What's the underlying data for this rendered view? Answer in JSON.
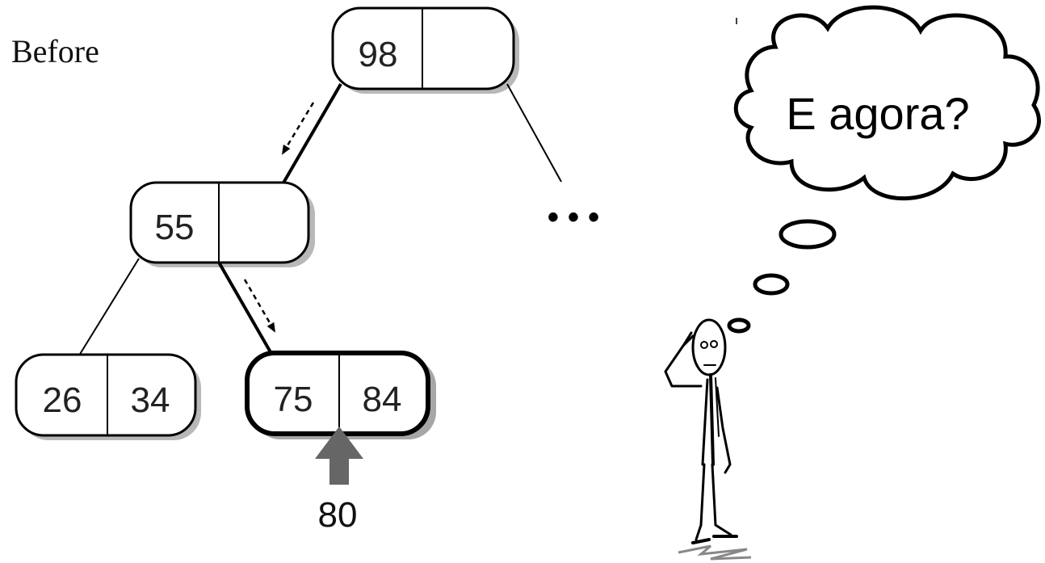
{
  "title": "Before",
  "nodes": {
    "root": {
      "left_key": "98",
      "right_key": ""
    },
    "mid": {
      "left_key": "55",
      "right_key": ""
    },
    "leaf_left": {
      "left_key": "26",
      "right_key": "34"
    },
    "leaf_right": {
      "left_key": "75",
      "right_key": "84"
    }
  },
  "insert_value": "80",
  "ellipsis": "• • •",
  "thought": "E agora?"
}
